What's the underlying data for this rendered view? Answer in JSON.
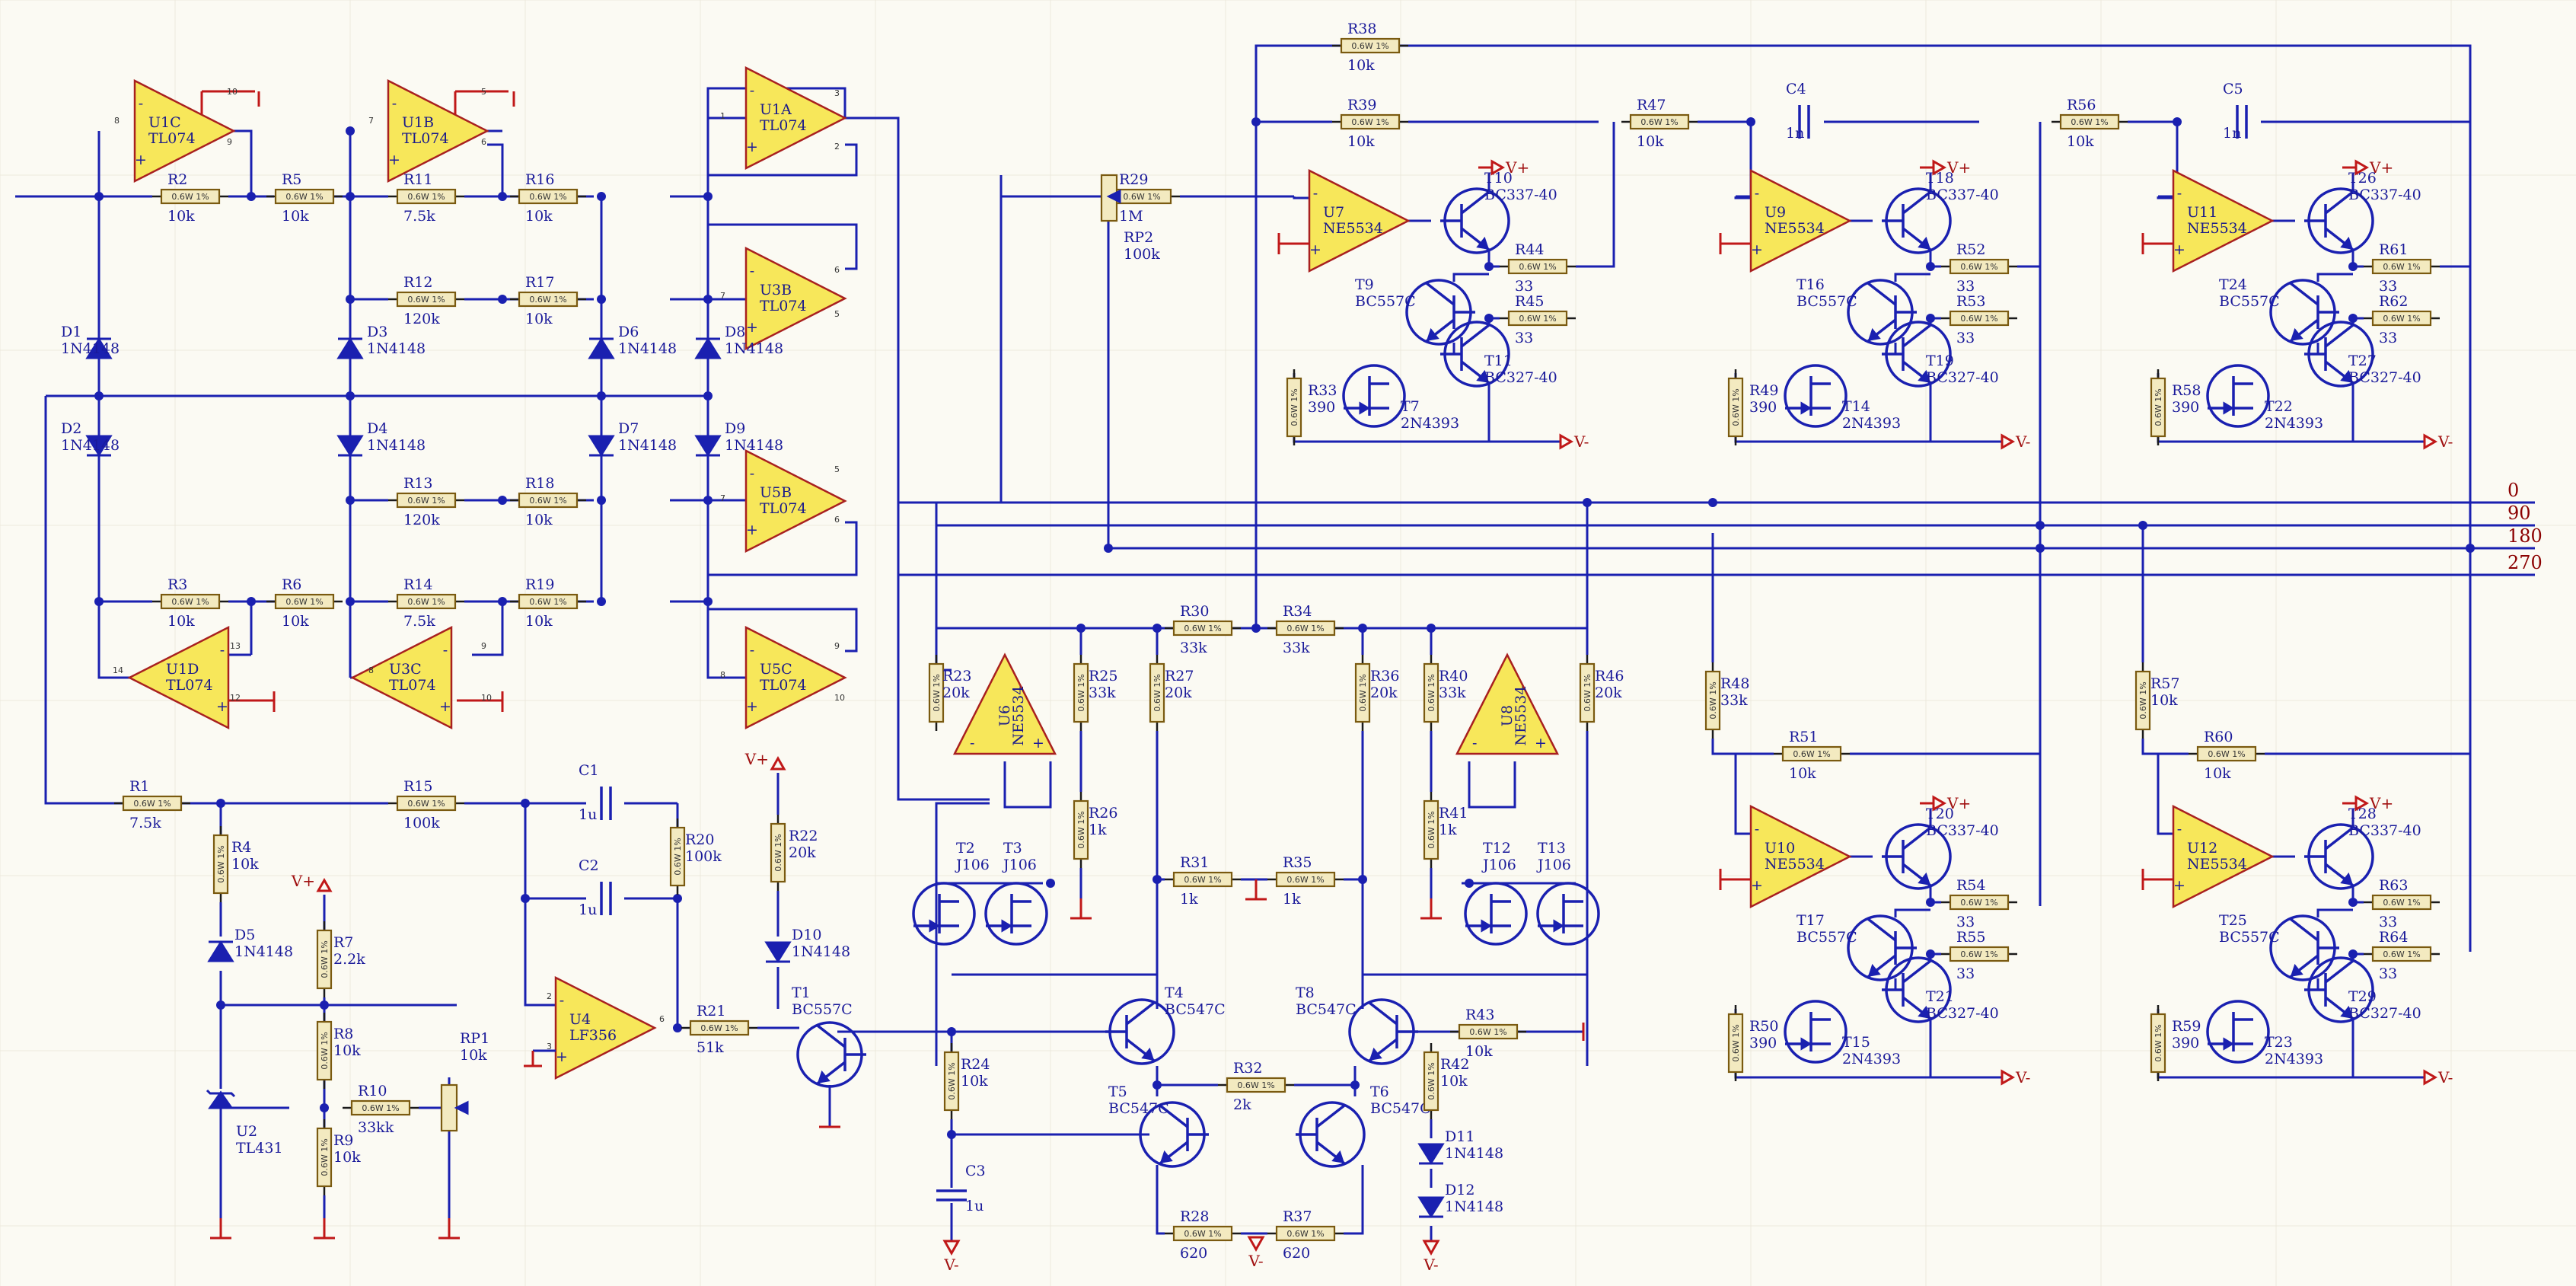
{
  "resistor_spec": "0.6W 1%",
  "resistors": [
    [
      "R1",
      "7.5k"
    ],
    [
      "R2",
      "10k"
    ],
    [
      "R3",
      "10k"
    ],
    [
      "R4",
      "10k"
    ],
    [
      "R5",
      "10k"
    ],
    [
      "R6",
      "10k"
    ],
    [
      "R7",
      "2.2k"
    ],
    [
      "R8",
      "10k"
    ],
    [
      "R9",
      "10k"
    ],
    [
      "R10",
      "33kk"
    ],
    [
      "R11",
      "7.5k"
    ],
    [
      "R12",
      "120k"
    ],
    [
      "R13",
      "120k"
    ],
    [
      "R14",
      "7.5k"
    ],
    [
      "R15",
      "100k"
    ],
    [
      "R16",
      "10k"
    ],
    [
      "R17",
      "10k"
    ],
    [
      "R18",
      "10k"
    ],
    [
      "R19",
      "10k"
    ],
    [
      "R20",
      "100k"
    ],
    [
      "R21",
      "51k"
    ],
    [
      "R22",
      "20k"
    ],
    [
      "R23",
      "20k"
    ],
    [
      "R24",
      "10k"
    ],
    [
      "R25",
      "33k"
    ],
    [
      "R26",
      "1k"
    ],
    [
      "R27",
      "20k"
    ],
    [
      "R28",
      "620"
    ],
    [
      "R29",
      "1M"
    ],
    [
      "R30",
      "33k"
    ],
    [
      "R31",
      "1k"
    ],
    [
      "R32",
      "2k"
    ],
    [
      "R33",
      "390"
    ],
    [
      "R34",
      "33k"
    ],
    [
      "R35",
      "1k"
    ],
    [
      "R36",
      "20k"
    ],
    [
      "R37",
      "620"
    ],
    [
      "R38",
      "10k"
    ],
    [
      "R39",
      "10k"
    ],
    [
      "R40",
      "33k"
    ],
    [
      "R41",
      "1k"
    ],
    [
      "R42",
      "10k"
    ],
    [
      "R43",
      "10k"
    ],
    [
      "R44",
      "33"
    ],
    [
      "R45",
      "33"
    ],
    [
      "R46",
      "20k"
    ],
    [
      "R47",
      "10k"
    ],
    [
      "R48",
      "33k"
    ],
    [
      "R49",
      "390"
    ],
    [
      "R50",
      "390"
    ],
    [
      "R51",
      "10k"
    ],
    [
      "R52",
      "33"
    ],
    [
      "R53",
      "33"
    ],
    [
      "R54",
      "33"
    ],
    [
      "R55",
      "33"
    ],
    [
      "R56",
      "10k"
    ],
    [
      "R57",
      "10k"
    ],
    [
      "R58",
      "390"
    ],
    [
      "R59",
      "390"
    ],
    [
      "R60",
      "10k"
    ],
    [
      "R61",
      "33"
    ],
    [
      "R62",
      "33"
    ],
    [
      "R63",
      "33"
    ],
    [
      "R64",
      "33"
    ]
  ],
  "amps": [
    [
      "U1A",
      "TL074"
    ],
    [
      "U1B",
      "TL074"
    ],
    [
      "U1C",
      "TL074"
    ],
    [
      "U1D",
      "TL074"
    ],
    [
      "U3B",
      "TL074"
    ],
    [
      "U3C",
      "TL074"
    ],
    [
      "U5B",
      "TL074"
    ],
    [
      "U5C",
      "TL074"
    ],
    [
      "U4",
      "LF356"
    ],
    [
      "U6",
      "NE5534"
    ],
    [
      "U7",
      "NE5534"
    ],
    [
      "U8",
      "NE5534"
    ],
    [
      "U9",
      "NE5534"
    ],
    [
      "U10",
      "NE5534"
    ],
    [
      "U11",
      "NE5534"
    ],
    [
      "U12",
      "NE5534"
    ]
  ],
  "diodes": [
    [
      "D1",
      "1N4148"
    ],
    [
      "D2",
      "1N4148"
    ],
    [
      "D3",
      "1N4148"
    ],
    [
      "D4",
      "1N4148"
    ],
    [
      "D5",
      "1N4148"
    ],
    [
      "D6",
      "1N4148"
    ],
    [
      "D7",
      "1N4148"
    ],
    [
      "D8",
      "1N4148"
    ],
    [
      "D9",
      "1N4148"
    ],
    [
      "D10",
      "1N4148"
    ],
    [
      "D11",
      "1N4148"
    ],
    [
      "D12",
      "1N4148"
    ]
  ],
  "transistors": [
    [
      "T1",
      "BC557C"
    ],
    [
      "T2",
      "J106"
    ],
    [
      "T3",
      "J106"
    ],
    [
      "T4",
      "BC547C"
    ],
    [
      "T5",
      "BC547C"
    ],
    [
      "T6",
      "BC547C"
    ],
    [
      "T7",
      "2N4393"
    ],
    [
      "T8",
      "BC547C"
    ],
    [
      "T9",
      "BC557C"
    ],
    [
      "T10",
      "BC337-40"
    ],
    [
      "T11",
      "BC327-40"
    ],
    [
      "T12",
      "J106"
    ],
    [
      "T13",
      "J106"
    ],
    [
      "T14",
      "2N4393"
    ],
    [
      "T15",
      "2N4393"
    ],
    [
      "T16",
      "BC557C"
    ],
    [
      "T17",
      "BC557C"
    ],
    [
      "T18",
      "BC337-40"
    ],
    [
      "T19",
      "BC327-40"
    ],
    [
      "T20",
      "BC337-40"
    ],
    [
      "T21",
      "BC327-40"
    ],
    [
      "T22",
      "2N4393"
    ],
    [
      "T23",
      "2N4393"
    ],
    [
      "T24",
      "BC557C"
    ],
    [
      "T25",
      "BC557C"
    ],
    [
      "T26",
      "BC337-40"
    ],
    [
      "T27",
      "BC327-40"
    ],
    [
      "T28",
      "BC337-40"
    ],
    [
      "T29",
      "BC327-40"
    ]
  ],
  "capacitors": [
    [
      "C1",
      "1u"
    ],
    [
      "C2",
      "1u"
    ],
    [
      "C3",
      "1u"
    ],
    [
      "C4",
      "1n"
    ],
    [
      "C5",
      "1n"
    ]
  ],
  "misc": [
    [
      "RP1",
      "10k"
    ],
    [
      "RP2",
      "100k"
    ],
    [
      "U2",
      "TL431"
    ]
  ],
  "power": {
    "pos": "V+",
    "neg": "V-"
  },
  "bus_labels": [
    "0",
    "90",
    "180",
    "270"
  ],
  "pin_numbers": {
    "u1c": [
      "8",
      "10",
      "9"
    ],
    "u1b": [
      "7",
      "5",
      "6"
    ],
    "u1a": [
      "1",
      "3",
      "2"
    ],
    "u3b": [
      "7",
      "6",
      "5"
    ],
    "u5b": [
      "7",
      "5",
      "6"
    ],
    "u5c": [
      "8",
      "9",
      "10"
    ],
    "u1d": [
      "14",
      "13",
      "12"
    ],
    "u3c": [
      "8",
      "9",
      "10"
    ],
    "u4": [
      "6",
      "3",
      "2"
    ]
  }
}
